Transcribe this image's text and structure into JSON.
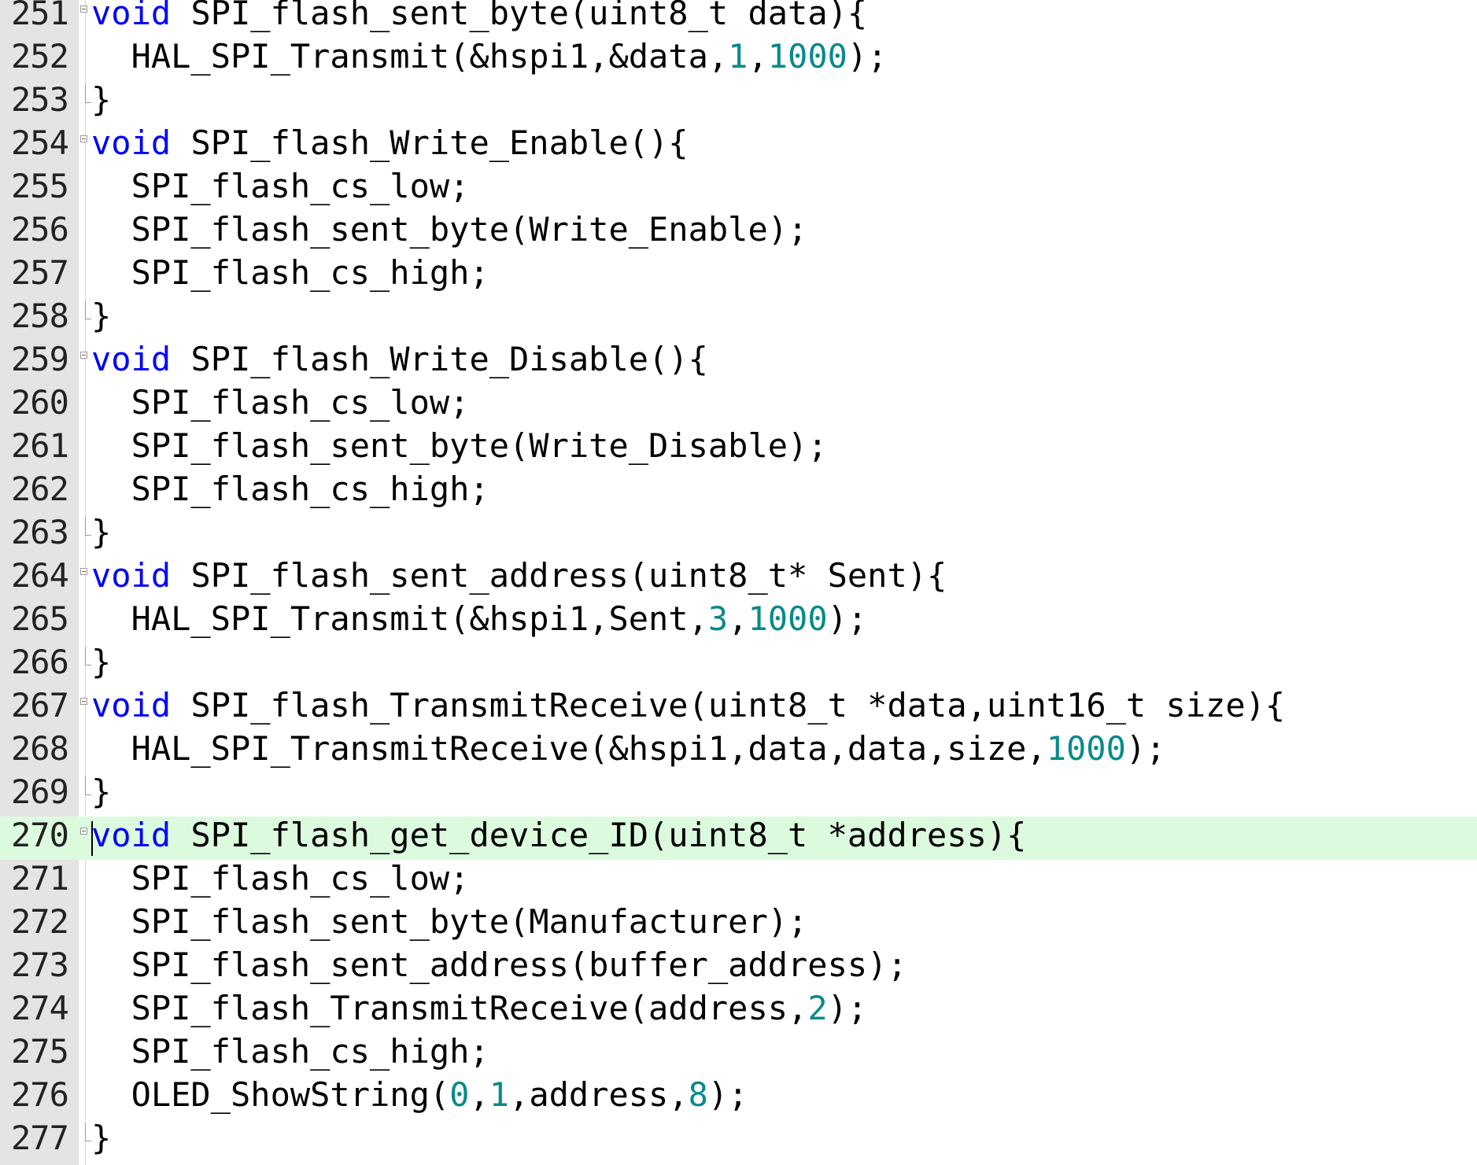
{
  "editor": {
    "colors": {
      "keyword": "#0000ff",
      "number": "#088a8a",
      "text": "#000000",
      "gutter": "#e4e4e4",
      "current_line": "#dcfade"
    },
    "current_line": 270,
    "lines": [
      {
        "num": "251",
        "fold": "start",
        "tokens": [
          {
            "t": "kw",
            "v": "void"
          },
          {
            "t": "txt",
            "v": " SPI_flash_sent_byte(uint8_t data){"
          }
        ]
      },
      {
        "num": "252",
        "fold": "",
        "tokens": [
          {
            "t": "txt",
            "v": "  HAL_SPI_Transmit(&hspi1,&data,"
          },
          {
            "t": "num",
            "v": "1"
          },
          {
            "t": "txt",
            "v": ","
          },
          {
            "t": "num",
            "v": "1000"
          },
          {
            "t": "txt",
            "v": ");"
          }
        ]
      },
      {
        "num": "253",
        "fold": "end",
        "tokens": [
          {
            "t": "txt",
            "v": "}"
          }
        ]
      },
      {
        "num": "254",
        "fold": "start",
        "tokens": [
          {
            "t": "kw",
            "v": "void"
          },
          {
            "t": "txt",
            "v": " SPI_flash_Write_Enable(){"
          }
        ]
      },
      {
        "num": "255",
        "fold": "",
        "tokens": [
          {
            "t": "txt",
            "v": "  SPI_flash_cs_low;"
          }
        ]
      },
      {
        "num": "256",
        "fold": "",
        "tokens": [
          {
            "t": "txt",
            "v": "  SPI_flash_sent_byte(Write_Enable);"
          }
        ]
      },
      {
        "num": "257",
        "fold": "",
        "tokens": [
          {
            "t": "txt",
            "v": "  SPI_flash_cs_high;"
          }
        ]
      },
      {
        "num": "258",
        "fold": "end",
        "tokens": [
          {
            "t": "txt",
            "v": "}"
          }
        ]
      },
      {
        "num": "259",
        "fold": "start",
        "tokens": [
          {
            "t": "kw",
            "v": "void"
          },
          {
            "t": "txt",
            "v": " SPI_flash_Write_Disable(){"
          }
        ]
      },
      {
        "num": "260",
        "fold": "",
        "tokens": [
          {
            "t": "txt",
            "v": "  SPI_flash_cs_low;"
          }
        ]
      },
      {
        "num": "261",
        "fold": "",
        "tokens": [
          {
            "t": "txt",
            "v": "  SPI_flash_sent_byte(Write_Disable);"
          }
        ]
      },
      {
        "num": "262",
        "fold": "",
        "tokens": [
          {
            "t": "txt",
            "v": "  SPI_flash_cs_high;"
          }
        ]
      },
      {
        "num": "263",
        "fold": "end",
        "tokens": [
          {
            "t": "txt",
            "v": "}"
          }
        ]
      },
      {
        "num": "264",
        "fold": "start",
        "tokens": [
          {
            "t": "kw",
            "v": "void"
          },
          {
            "t": "txt",
            "v": " SPI_flash_sent_address(uint8_t* Sent){"
          }
        ]
      },
      {
        "num": "265",
        "fold": "",
        "tokens": [
          {
            "t": "txt",
            "v": "  HAL_SPI_Transmit(&hspi1,Sent,"
          },
          {
            "t": "num",
            "v": "3"
          },
          {
            "t": "txt",
            "v": ","
          },
          {
            "t": "num",
            "v": "1000"
          },
          {
            "t": "txt",
            "v": ");"
          }
        ]
      },
      {
        "num": "266",
        "fold": "end",
        "tokens": [
          {
            "t": "txt",
            "v": "}"
          }
        ]
      },
      {
        "num": "267",
        "fold": "start",
        "tokens": [
          {
            "t": "kw",
            "v": "void"
          },
          {
            "t": "txt",
            "v": " SPI_flash_TransmitReceive(uint8_t *data,uint16_t size){"
          }
        ]
      },
      {
        "num": "268",
        "fold": "",
        "tokens": [
          {
            "t": "txt",
            "v": "  HAL_SPI_TransmitReceive(&hspi1,data,data,size,"
          },
          {
            "t": "num",
            "v": "1000"
          },
          {
            "t": "txt",
            "v": ");"
          }
        ]
      },
      {
        "num": "269",
        "fold": "end",
        "tokens": [
          {
            "t": "txt",
            "v": "}"
          }
        ]
      },
      {
        "num": "270",
        "fold": "start",
        "tokens": [
          {
            "t": "kw",
            "v": "void"
          },
          {
            "t": "txt",
            "v": " SPI_flash_get_device_ID(uint8_t *address){"
          }
        ]
      },
      {
        "num": "271",
        "fold": "",
        "tokens": [
          {
            "t": "txt",
            "v": "  SPI_flash_cs_low;"
          }
        ]
      },
      {
        "num": "272",
        "fold": "",
        "tokens": [
          {
            "t": "txt",
            "v": "  SPI_flash_sent_byte(Manufacturer);"
          }
        ]
      },
      {
        "num": "273",
        "fold": "",
        "tokens": [
          {
            "t": "txt",
            "v": "  SPI_flash_sent_address(buffer_address);"
          }
        ]
      },
      {
        "num": "274",
        "fold": "",
        "tokens": [
          {
            "t": "txt",
            "v": "  SPI_flash_TransmitReceive(address,"
          },
          {
            "t": "num",
            "v": "2"
          },
          {
            "t": "txt",
            "v": ");"
          }
        ]
      },
      {
        "num": "275",
        "fold": "",
        "tokens": [
          {
            "t": "txt",
            "v": "  SPI_flash_cs_high;"
          }
        ]
      },
      {
        "num": "276",
        "fold": "",
        "tokens": [
          {
            "t": "txt",
            "v": "  OLED_ShowString("
          },
          {
            "t": "num",
            "v": "0"
          },
          {
            "t": "txt",
            "v": ","
          },
          {
            "t": "num",
            "v": "1"
          },
          {
            "t": "txt",
            "v": ",address,"
          },
          {
            "t": "num",
            "v": "8"
          },
          {
            "t": "txt",
            "v": ");"
          }
        ]
      },
      {
        "num": "277",
        "fold": "end",
        "tokens": [
          {
            "t": "txt",
            "v": "}"
          }
        ]
      }
    ]
  }
}
